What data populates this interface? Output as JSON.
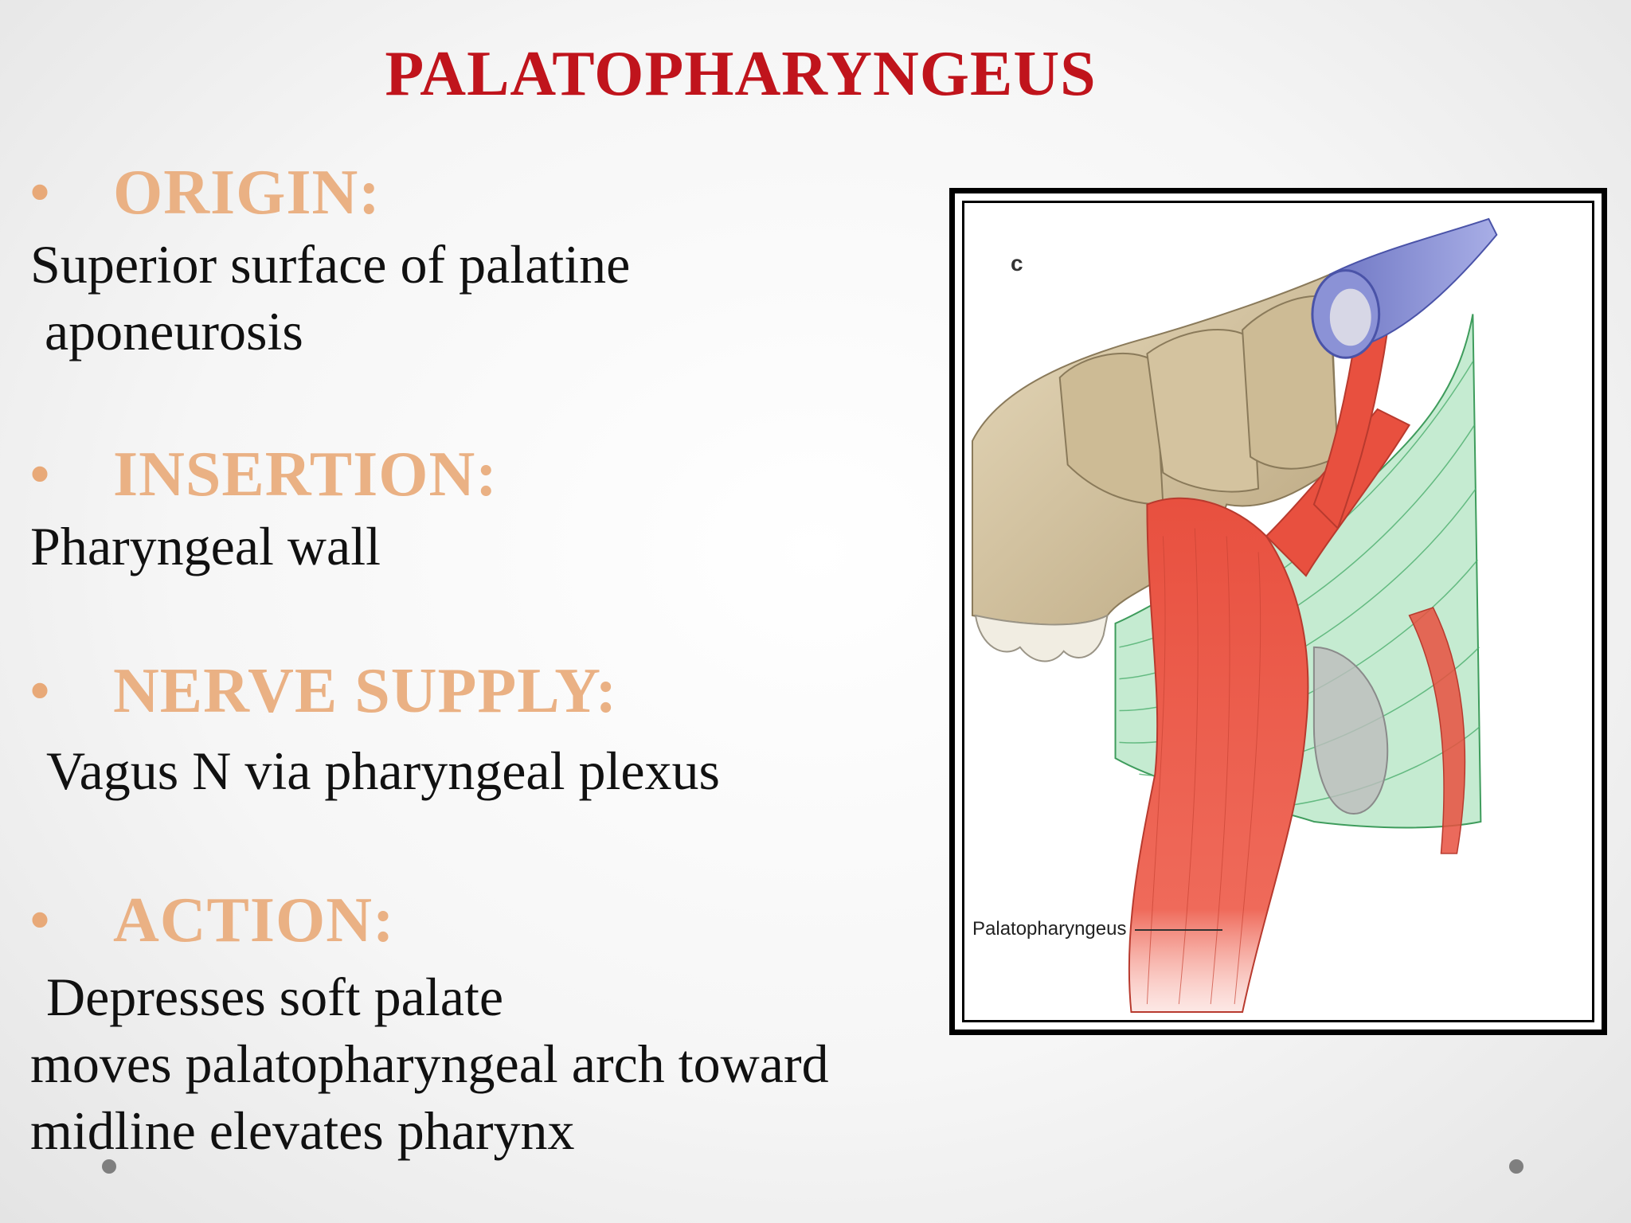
{
  "title": "PALATOPHARYNGEUS",
  "sections": [
    {
      "bullet": "•",
      "heading": "ORIGIN:",
      "lines": [
        "Superior surface of palatine",
        "aponeurosis"
      ]
    },
    {
      "bullet": "•",
      "heading": "INSERTION:",
      "lines": [
        "Pharyngeal wall"
      ]
    },
    {
      "bullet": "•",
      "heading": "NERVE SUPPLY:",
      "lines": [
        "Vagus N via pharyngeal plexus"
      ]
    },
    {
      "bullet": "•",
      "heading": "ACTION:",
      "lines": [
        "Depresses soft palate",
        "moves palatopharyngeal arch toward",
        "midline elevates pharynx"
      ]
    }
  ],
  "figure": {
    "panel_letter": "c",
    "label": "Palatopharyngeus"
  },
  "colors": {
    "title": "#c0141c",
    "heading": "#eab184",
    "body_text": "#111111",
    "muscle": "#e8503f",
    "bone": "#d8c8a6",
    "constrictor": "#7fd29a",
    "tube": "#8b92d6"
  }
}
